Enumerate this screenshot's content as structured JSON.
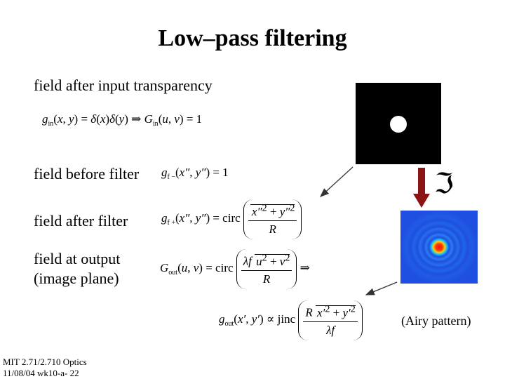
{
  "title": "Low–pass filtering",
  "labels": {
    "input_transparency": "field after input transparency",
    "before_filter": "field before filter",
    "after_filter": "field after filter",
    "output_line1": "field at output",
    "output_line2": "(image plane)",
    "airy": "(Airy pattern)"
  },
  "equations": {
    "eq1": "g_in(x, y) = δ(x)δ(y) ⇒ G_in(u, v) = 1",
    "eq2": "g_f−(x″, y″) = 1",
    "eq3": "g_f+(x″, y″) = circ(√(x″² + y″²) / R)",
    "eq4": "G_out(u, v) = circ(λf √(u² + v²) / R) ⇒",
    "eq5": "g_out(x′, y′) ∝ jinc(R √(x′² + y′²) / λf)"
  },
  "fourier_symbol": "ℑ",
  "footer": {
    "line1": "MIT 2.71/2.710 Optics",
    "line2": "11/08/04 wk10-a-",
    "page": "22"
  },
  "colors": {
    "arrow_red": "#8b1414",
    "aperture_bg": "#000000",
    "aperture_dot": "#ffffff",
    "airy_outer": "#1f4fe0",
    "airy_center": "#e81010"
  }
}
